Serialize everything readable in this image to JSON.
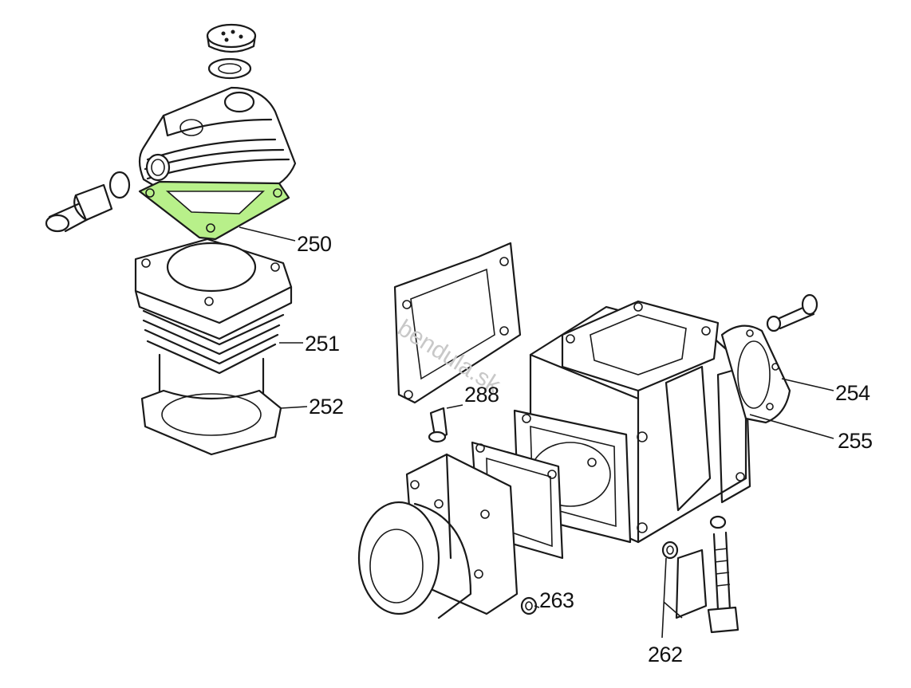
{
  "watermark": "bendula.sk",
  "callouts": {
    "p250": "250",
    "p251": "251",
    "p252": "252",
    "p254": "254",
    "p255": "255",
    "p288": "288",
    "p263": "263",
    "p262": "262"
  },
  "colors": {
    "highlight": "#b8f08a",
    "line": "#1a1a1a",
    "paper": "#ffffff"
  }
}
